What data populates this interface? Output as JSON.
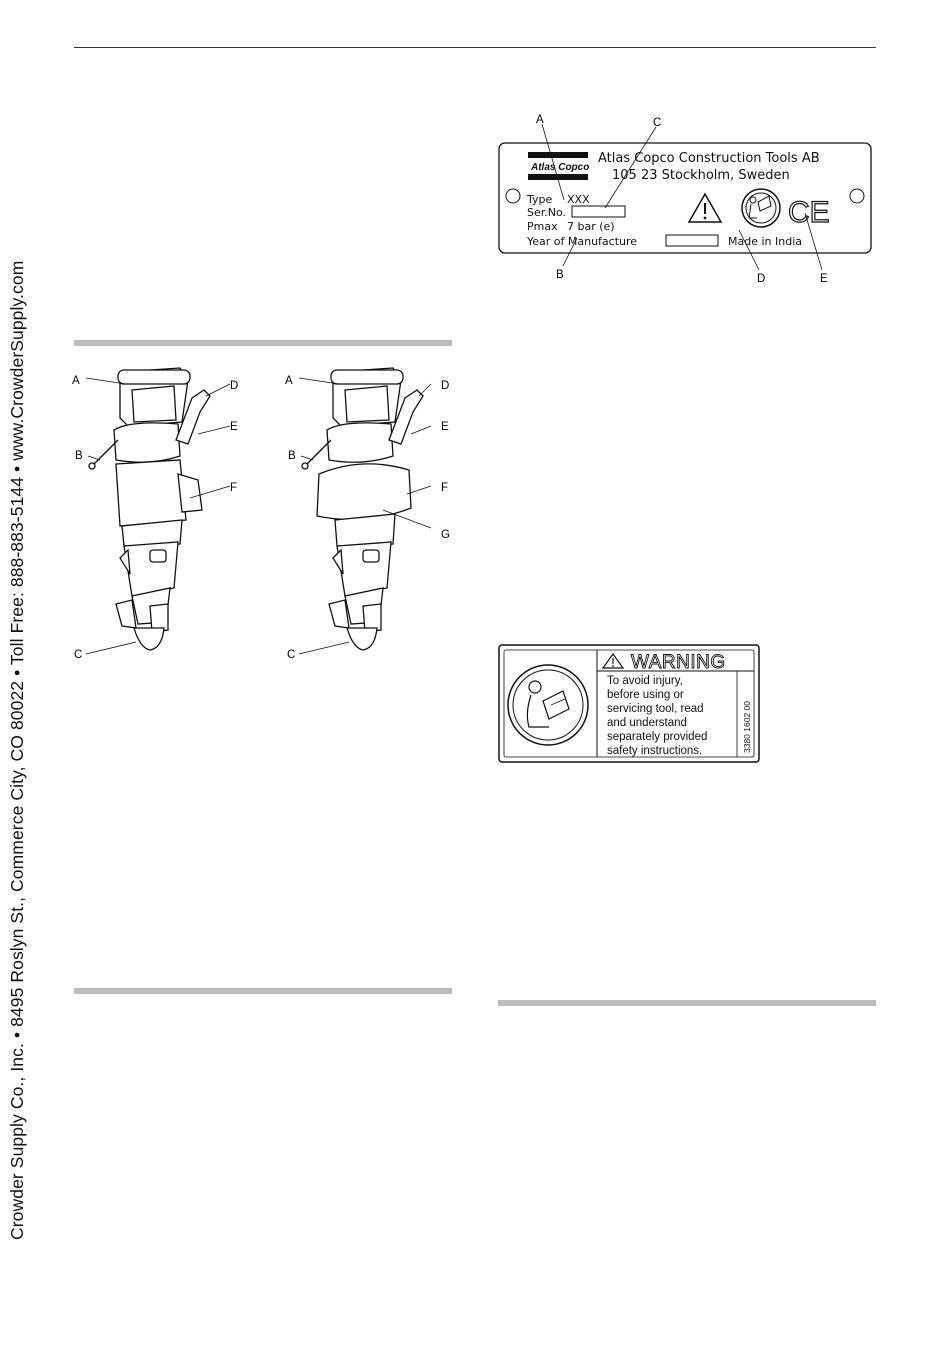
{
  "sidebar": {
    "text": "Crowder Supply Co., Inc. • 8495 Roslyn St., Commerce City, CO 80022 • Toll Free: 888-883-5144 • www.CrowderSupply.com"
  },
  "data_plate": {
    "brand": "Atlas Copco",
    "company_line1": "Atlas Copco Construction Tools AB",
    "company_line2": "105 23 Stockholm, Sweden",
    "type_label": "Type",
    "type_value": "XXX",
    "serial_label": "Ser.No.",
    "pmax_label": "Pmax",
    "pmax_value": "7 bar (e)",
    "year_label": "Year of Manufacture",
    "made_in": "Made in India",
    "ce_mark": "CE",
    "callouts": [
      "A",
      "B",
      "C",
      "D",
      "E"
    ]
  },
  "figures": {
    "left": {
      "callouts": [
        "A",
        "B",
        "C",
        "D",
        "E",
        "F"
      ]
    },
    "right": {
      "callouts": [
        "A",
        "B",
        "C",
        "D",
        "E",
        "F",
        "G"
      ]
    }
  },
  "warning_label": {
    "title": "WARNING",
    "lines": [
      "To avoid injury,",
      "before using or",
      "servicing tool, read",
      "and understand",
      "separately provided",
      "safety instructions."
    ],
    "part_number": "3380 1602 00"
  }
}
